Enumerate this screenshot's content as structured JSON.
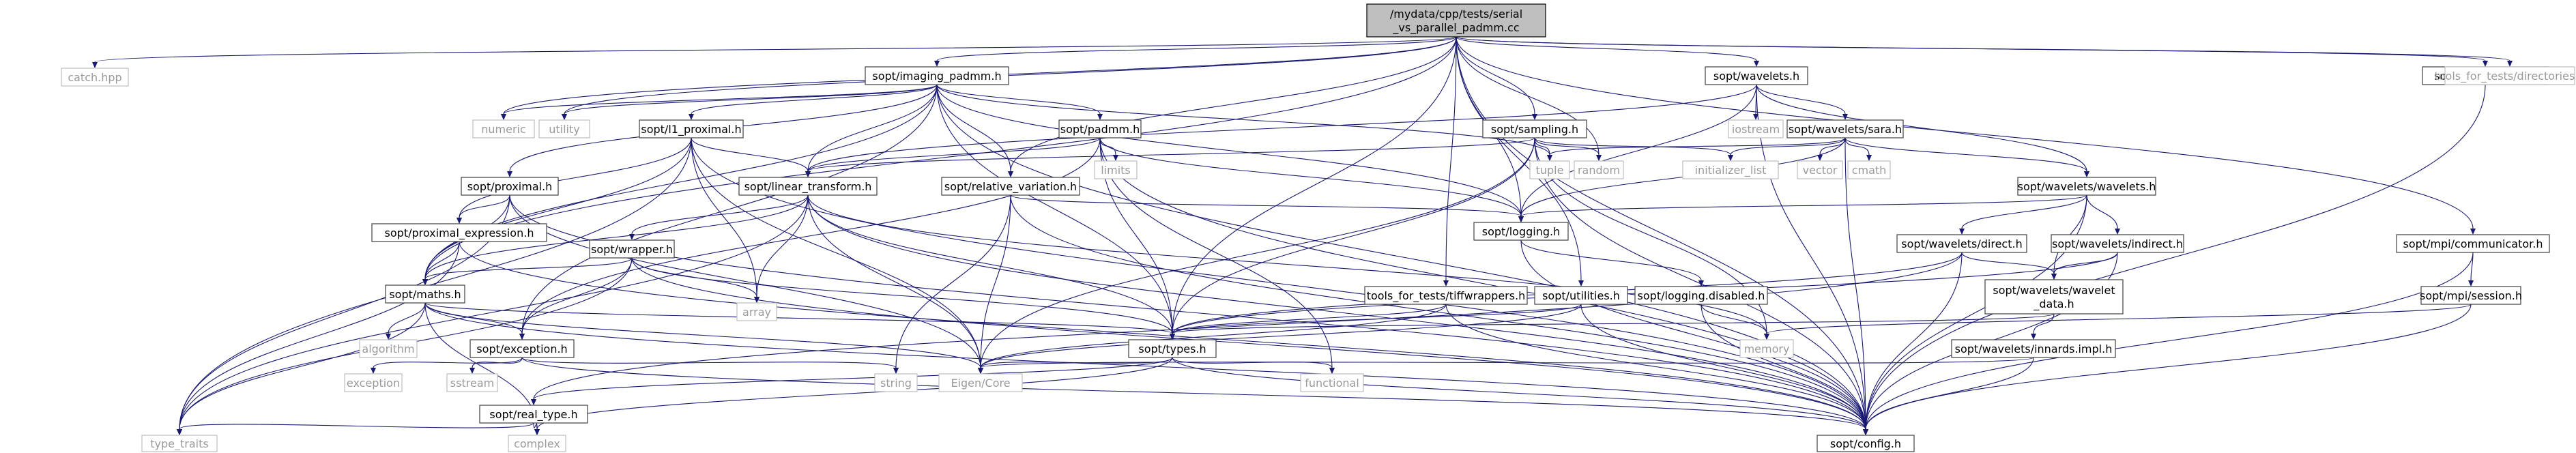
{
  "nodes": [
    {
      "id": "main",
      "lines": [
        "/mydata/cpp/tests/serial",
        "_vs_parallel_padmm.cc"
      ],
      "kind": "main"
    },
    {
      "id": "catch",
      "lines": [
        "catch.hpp"
      ],
      "kind": "gray"
    },
    {
      "id": "imaging",
      "lines": [
        "sopt/imaging_padmm.h"
      ],
      "kind": "box"
    },
    {
      "id": "wavelets",
      "lines": [
        "sopt/wavelets.h"
      ],
      "kind": "box"
    },
    {
      "id": "mpiutil",
      "lines": [
        "sopt/mpi/utilities.h"
      ],
      "kind": "box"
    },
    {
      "id": "tooldirs",
      "lines": [
        "tools_for_tests/directories.h"
      ],
      "kind": "gray"
    },
    {
      "id": "numeric",
      "lines": [
        "numeric"
      ],
      "kind": "gray"
    },
    {
      "id": "utility",
      "lines": [
        "utility"
      ],
      "kind": "gray"
    },
    {
      "id": "l1prox",
      "lines": [
        "sopt/l1_proximal.h"
      ],
      "kind": "box"
    },
    {
      "id": "padmm",
      "lines": [
        "sopt/padmm.h"
      ],
      "kind": "box"
    },
    {
      "id": "sampling",
      "lines": [
        "sopt/sampling.h"
      ],
      "kind": "box"
    },
    {
      "id": "iostream",
      "lines": [
        "iostream"
      ],
      "kind": "gray"
    },
    {
      "id": "sara",
      "lines": [
        "sopt/wavelets/sara.h"
      ],
      "kind": "box"
    },
    {
      "id": "limits",
      "lines": [
        "limits"
      ],
      "kind": "gray"
    },
    {
      "id": "tuple",
      "lines": [
        "tuple"
      ],
      "kind": "gray"
    },
    {
      "id": "random",
      "lines": [
        "random"
      ],
      "kind": "gray"
    },
    {
      "id": "initlist",
      "lines": [
        "initializer_list"
      ],
      "kind": "gray"
    },
    {
      "id": "vector",
      "lines": [
        "vector"
      ],
      "kind": "gray"
    },
    {
      "id": "cmath",
      "lines": [
        "cmath"
      ],
      "kind": "gray"
    },
    {
      "id": "proximal",
      "lines": [
        "sopt/proximal.h"
      ],
      "kind": "box"
    },
    {
      "id": "lintrans",
      "lines": [
        "sopt/linear_transform.h"
      ],
      "kind": "box"
    },
    {
      "id": "relvar",
      "lines": [
        "sopt/relative_variation.h"
      ],
      "kind": "box"
    },
    {
      "id": "wavh",
      "lines": [
        "sopt/wavelets/wavelets.h"
      ],
      "kind": "box"
    },
    {
      "id": "proxexpr",
      "lines": [
        "sopt/proximal_expression.h"
      ],
      "kind": "box"
    },
    {
      "id": "logging",
      "lines": [
        "sopt/logging.h"
      ],
      "kind": "box"
    },
    {
      "id": "wrapper",
      "lines": [
        "sopt/wrapper.h"
      ],
      "kind": "box"
    },
    {
      "id": "direct",
      "lines": [
        "sopt/wavelets/direct.h"
      ],
      "kind": "box"
    },
    {
      "id": "indirect",
      "lines": [
        "sopt/wavelets/indirect.h"
      ],
      "kind": "box"
    },
    {
      "id": "mpicomm",
      "lines": [
        "sopt/mpi/communicator.h"
      ],
      "kind": "box"
    },
    {
      "id": "maths",
      "lines": [
        "sopt/maths.h"
      ],
      "kind": "box"
    },
    {
      "id": "array",
      "lines": [
        "array"
      ],
      "kind": "gray"
    },
    {
      "id": "tiffwrap",
      "lines": [
        "tools_for_tests/tiffwrappers.h"
      ],
      "kind": "box"
    },
    {
      "id": "utilities",
      "lines": [
        "sopt/utilities.h"
      ],
      "kind": "box"
    },
    {
      "id": "logdis",
      "lines": [
        "sopt/logging.disabled.h"
      ],
      "kind": "box"
    },
    {
      "id": "wavdata",
      "lines": [
        "sopt/wavelets/wavelet",
        "_data.h"
      ],
      "kind": "box"
    },
    {
      "id": "session",
      "lines": [
        "sopt/mpi/session.h"
      ],
      "kind": "box"
    },
    {
      "id": "algorithm",
      "lines": [
        "algorithm"
      ],
      "kind": "gray"
    },
    {
      "id": "exception",
      "lines": [
        "sopt/exception.h"
      ],
      "kind": "box"
    },
    {
      "id": "types",
      "lines": [
        "sopt/types.h"
      ],
      "kind": "box"
    },
    {
      "id": "memory",
      "lines": [
        "memory"
      ],
      "kind": "gray"
    },
    {
      "id": "innards",
      "lines": [
        "sopt/wavelets/innards.impl.h"
      ],
      "kind": "box"
    },
    {
      "id": "stdexc",
      "lines": [
        "exception"
      ],
      "kind": "gray"
    },
    {
      "id": "sstream",
      "lines": [
        "sstream"
      ],
      "kind": "gray"
    },
    {
      "id": "string",
      "lines": [
        "string"
      ],
      "kind": "gray"
    },
    {
      "id": "eigen",
      "lines": [
        "Eigen/Core"
      ],
      "kind": "gray"
    },
    {
      "id": "functional",
      "lines": [
        "functional"
      ],
      "kind": "gray"
    },
    {
      "id": "realtype",
      "lines": [
        "sopt/real_type.h"
      ],
      "kind": "box"
    },
    {
      "id": "typetraits",
      "lines": [
        "type_traits"
      ],
      "kind": "gray"
    },
    {
      "id": "complex",
      "lines": [
        "complex"
      ],
      "kind": "gray"
    },
    {
      "id": "config",
      "lines": [
        "sopt/config.h"
      ],
      "kind": "box"
    }
  ],
  "edges": [
    [
      "main",
      "catch"
    ],
    [
      "main",
      "imaging"
    ],
    [
      "main",
      "wavelets"
    ],
    [
      "main",
      "mpiutil"
    ],
    [
      "main",
      "tooldirs"
    ],
    [
      "main",
      "numeric"
    ],
    [
      "main",
      "utility"
    ],
    [
      "main",
      "sampling"
    ],
    [
      "main",
      "random"
    ],
    [
      "main",
      "relvar"
    ],
    [
      "main",
      "logging"
    ],
    [
      "main",
      "maths"
    ],
    [
      "main",
      "tiffwrap"
    ],
    [
      "main",
      "utilities"
    ],
    [
      "main",
      "types"
    ],
    [
      "main",
      "mpicomm"
    ],
    [
      "main",
      "config"
    ],
    [
      "imaging",
      "numeric"
    ],
    [
      "imaging",
      "utility"
    ],
    [
      "imaging",
      "l1prox"
    ],
    [
      "imaging",
      "padmm"
    ],
    [
      "imaging",
      "proximal"
    ],
    [
      "imaging",
      "lintrans"
    ],
    [
      "imaging",
      "relvar"
    ],
    [
      "imaging",
      "logging"
    ],
    [
      "imaging",
      "tuple"
    ],
    [
      "imaging",
      "types"
    ],
    [
      "imaging",
      "config"
    ],
    [
      "imaging",
      "exception"
    ],
    [
      "imaging",
      "maths"
    ],
    [
      "wavelets",
      "iostream"
    ],
    [
      "wavelets",
      "sara"
    ],
    [
      "wavelets",
      "wavh"
    ],
    [
      "wavelets",
      "lintrans"
    ],
    [
      "wavelets",
      "logging"
    ],
    [
      "wavelets",
      "config"
    ],
    [
      "mpiutil",
      "config"
    ],
    [
      "l1prox",
      "lintrans"
    ],
    [
      "l1prox",
      "proxexpr"
    ],
    [
      "l1prox",
      "maths"
    ],
    [
      "l1prox",
      "array"
    ],
    [
      "l1prox",
      "eigen"
    ],
    [
      "l1prox",
      "typetraits"
    ],
    [
      "l1prox",
      "config"
    ],
    [
      "padmm",
      "limits"
    ],
    [
      "padmm",
      "lintrans"
    ],
    [
      "padmm",
      "logging"
    ],
    [
      "padmm",
      "types"
    ],
    [
      "padmm",
      "functional"
    ],
    [
      "padmm",
      "config"
    ],
    [
      "padmm",
      "exception"
    ],
    [
      "sampling",
      "tuple"
    ],
    [
      "sampling",
      "random"
    ],
    [
      "sampling",
      "initlist"
    ],
    [
      "sampling",
      "lintrans"
    ],
    [
      "sampling",
      "types"
    ],
    [
      "sampling",
      "config"
    ],
    [
      "sampling",
      "memory"
    ],
    [
      "sampling",
      "eigen"
    ],
    [
      "sara",
      "initlist"
    ],
    [
      "sara",
      "vector"
    ],
    [
      "sara",
      "cmath"
    ],
    [
      "sara",
      "tuple"
    ],
    [
      "sara",
      "wavh"
    ],
    [
      "sara",
      "logging"
    ],
    [
      "sara",
      "config"
    ],
    [
      "proximal",
      "proxexpr"
    ],
    [
      "proximal",
      "maths"
    ],
    [
      "proximal",
      "typetraits"
    ],
    [
      "proximal",
      "config"
    ],
    [
      "proximal",
      "eigen"
    ],
    [
      "lintrans",
      "wrapper"
    ],
    [
      "lintrans",
      "maths"
    ],
    [
      "lintrans",
      "array"
    ],
    [
      "lintrans",
      "types"
    ],
    [
      "lintrans",
      "eigen"
    ],
    [
      "lintrans",
      "memory"
    ],
    [
      "lintrans",
      "config"
    ],
    [
      "lintrans",
      "typetraits"
    ],
    [
      "relvar",
      "logging"
    ],
    [
      "relvar",
      "string"
    ],
    [
      "relvar",
      "eigen"
    ],
    [
      "relvar",
      "config"
    ],
    [
      "wavh",
      "direct"
    ],
    [
      "wavh",
      "indirect"
    ],
    [
      "wavh",
      "wavdata"
    ],
    [
      "wavh",
      "logging"
    ],
    [
      "wavh",
      "config"
    ],
    [
      "proxexpr",
      "maths"
    ],
    [
      "proxexpr",
      "typetraits"
    ],
    [
      "proxexpr",
      "config"
    ],
    [
      "logging",
      "logdis"
    ],
    [
      "logging",
      "config"
    ],
    [
      "wrapper",
      "maths"
    ],
    [
      "wrapper",
      "array"
    ],
    [
      "wrapper",
      "exception"
    ],
    [
      "wrapper",
      "types"
    ],
    [
      "wrapper",
      "typetraits"
    ],
    [
      "wrapper",
      "config"
    ],
    [
      "direct",
      "wavdata"
    ],
    [
      "direct",
      "types"
    ],
    [
      "direct",
      "config"
    ],
    [
      "direct",
      "realtype"
    ],
    [
      "indirect",
      "wavdata"
    ],
    [
      "indirect",
      "types"
    ],
    [
      "indirect",
      "config"
    ],
    [
      "mpicomm",
      "session"
    ],
    [
      "mpicomm",
      "config"
    ],
    [
      "maths",
      "algorithm"
    ],
    [
      "maths",
      "exception"
    ],
    [
      "maths",
      "types"
    ],
    [
      "maths",
      "complex"
    ],
    [
      "maths",
      "eigen"
    ],
    [
      "maths",
      "typetraits"
    ],
    [
      "maths",
      "config"
    ],
    [
      "tiffwrap",
      "types"
    ],
    [
      "tiffwrap",
      "eigen"
    ],
    [
      "tiffwrap",
      "config"
    ],
    [
      "utilities",
      "types"
    ],
    [
      "utilities",
      "config"
    ],
    [
      "utilities",
      "eigen"
    ],
    [
      "logdis",
      "memory"
    ],
    [
      "logdis",
      "config"
    ],
    [
      "wavdata",
      "innards"
    ],
    [
      "wavdata",
      "types"
    ],
    [
      "session",
      "memory"
    ],
    [
      "session",
      "config"
    ],
    [
      "exception",
      "stdexc"
    ],
    [
      "exception",
      "sstream"
    ],
    [
      "exception",
      "string"
    ],
    [
      "exception",
      "config"
    ],
    [
      "types",
      "functional"
    ],
    [
      "types",
      "eigen"
    ],
    [
      "types",
      "complex"
    ],
    [
      "types",
      "realtype"
    ],
    [
      "types",
      "config"
    ],
    [
      "innards",
      "eigen"
    ],
    [
      "innards",
      "config"
    ],
    [
      "realtype",
      "complex"
    ],
    [
      "realtype",
      "typetraits"
    ]
  ]
}
